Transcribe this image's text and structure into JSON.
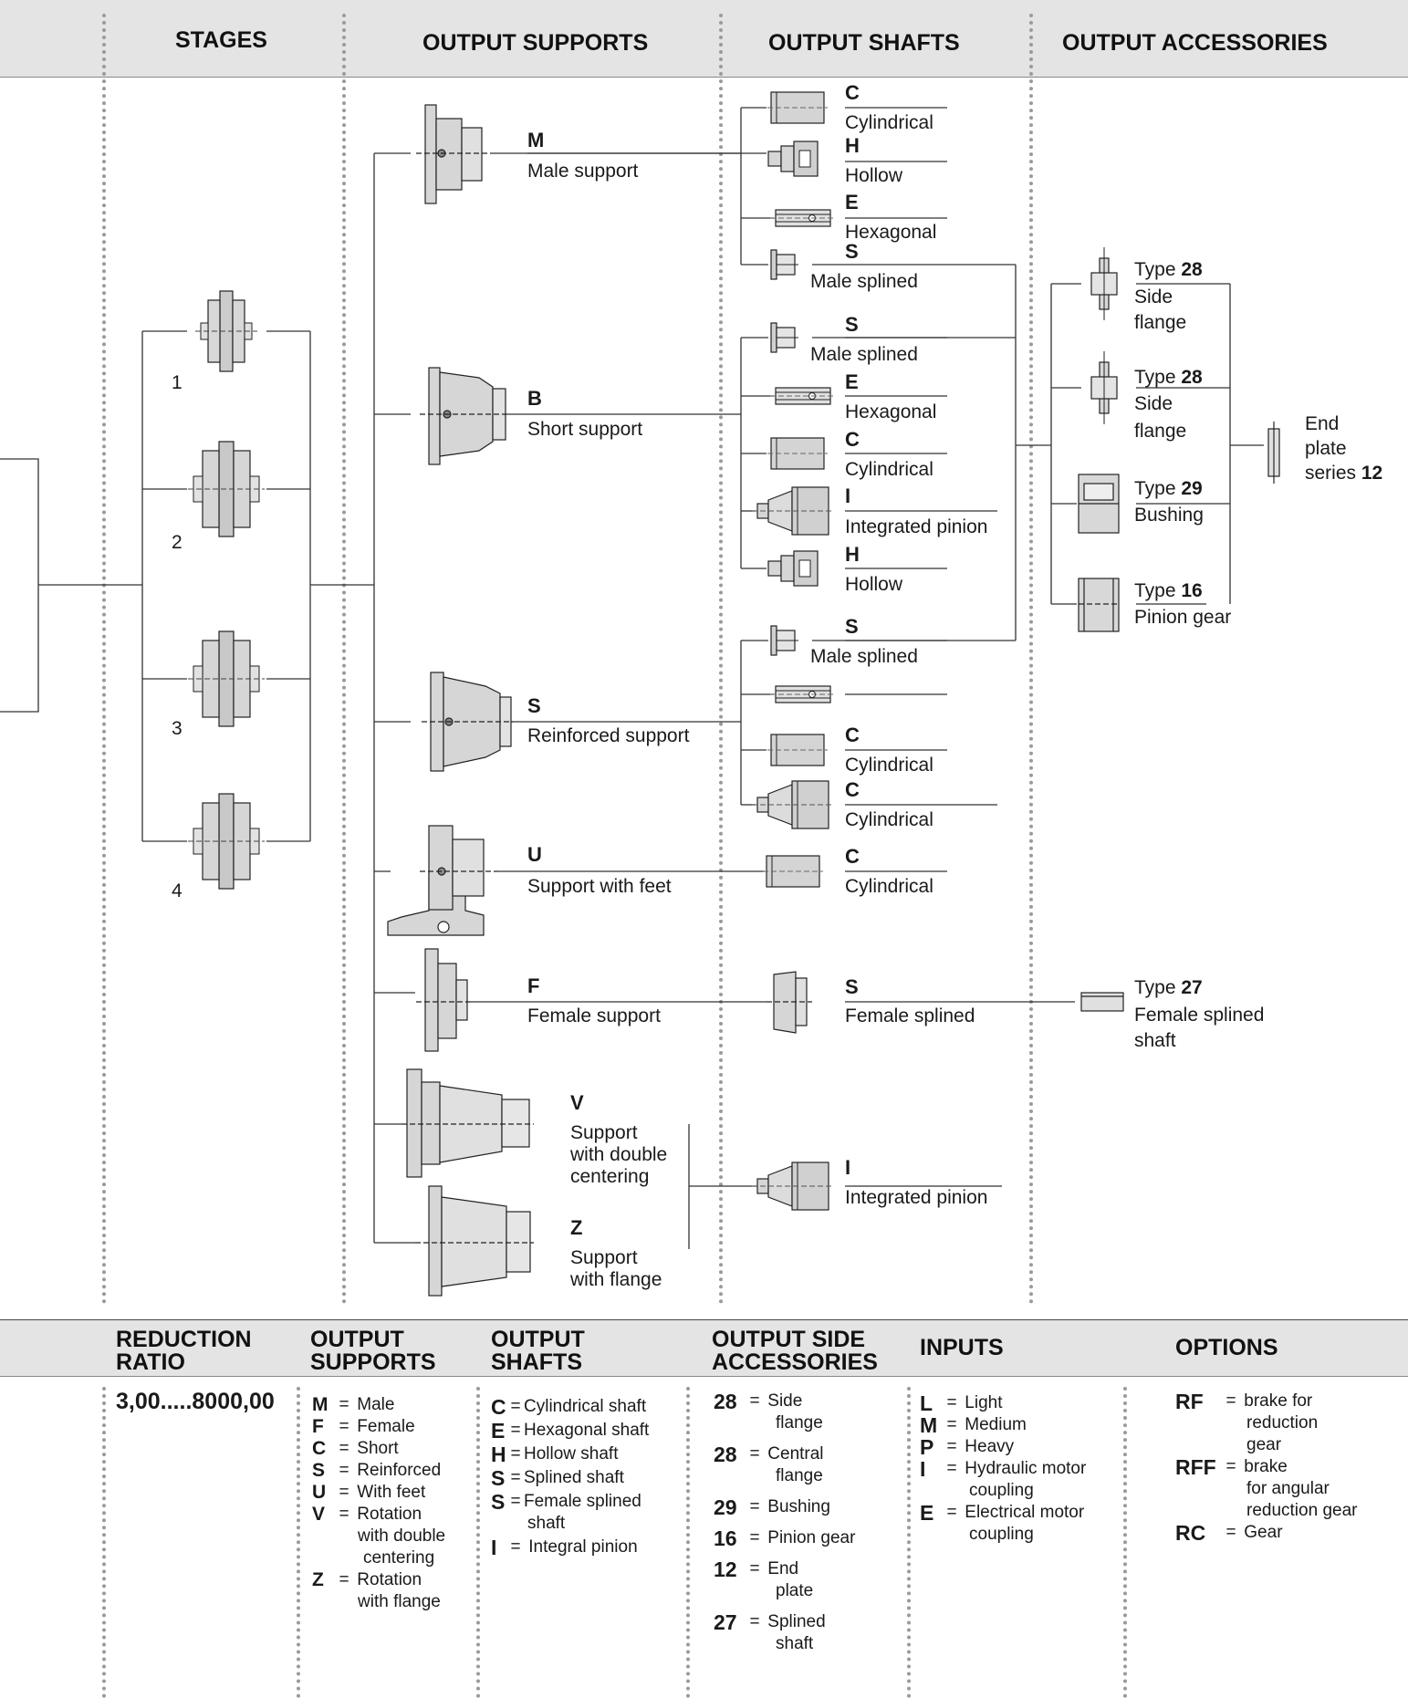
{
  "headers": {
    "stages": "STAGES",
    "output_supports": "OUTPUT SUPPORTS",
    "output_shafts": "OUTPUT SHAFTS",
    "output_accessories": "OUTPUT ACCESSORIES"
  },
  "stages": [
    {
      "num": "1"
    },
    {
      "num": "2"
    },
    {
      "num": "3"
    },
    {
      "num": "4"
    }
  ],
  "supports": [
    {
      "code": "M",
      "name": "Male support"
    },
    {
      "code": "B",
      "name": "Short support"
    },
    {
      "code": "S",
      "name": "Reinforced support"
    },
    {
      "code": "U",
      "name": "Support with feet"
    },
    {
      "code": "F",
      "name": "Female support"
    },
    {
      "code": "V",
      "name_l1": "Support",
      "name_l2": "with double",
      "name_l3": "centering"
    },
    {
      "code": "Z",
      "name_l1": "Support",
      "name_l2": "with flange"
    }
  ],
  "shafts": [
    {
      "code": "C",
      "name": "Cylindrical"
    },
    {
      "code": "H",
      "name": "Hollow"
    },
    {
      "code": "E",
      "name": "Hexagonal"
    },
    {
      "code": "S",
      "name": "Male splined"
    },
    {
      "code": "S",
      "name": "Male splined"
    },
    {
      "code": "E",
      "name": "Hexagonal"
    },
    {
      "code": "C",
      "name": "Cylindrical"
    },
    {
      "code": "I",
      "name": "Integrated pinion"
    },
    {
      "code": "H",
      "name": "Hollow"
    },
    {
      "code": "S",
      "name": "Male splined"
    },
    {
      "code": "C",
      "name": "Cylindrical"
    },
    {
      "code": "C",
      "name": "Cylindrical"
    },
    {
      "code": "C",
      "name": "Cylindrical"
    },
    {
      "code": "S",
      "name": "Female splined"
    },
    {
      "code": "I",
      "name": "Integrated pinion"
    }
  ],
  "accessories": [
    {
      "type_word": "Type",
      "num": "28",
      "l1": "Side",
      "l2": "flange"
    },
    {
      "type_word": "Type",
      "num": "28",
      "l1": "Side",
      "l2": "flange"
    },
    {
      "type_word": "Type",
      "num": "29",
      "l1": "Bushing"
    },
    {
      "type_word": "Type",
      "num": "16",
      "l1": "Pinion gear"
    },
    {
      "type_word": "Type",
      "num": "27",
      "l1": "Female splined",
      "l2": "shaft"
    }
  ],
  "end_plate": {
    "l1": "End",
    "l2": "plate",
    "l3": "series",
    "num": "12"
  },
  "legend_headers": {
    "ratio_l1": "REDUCTION",
    "ratio_l2": "RATIO",
    "supports_l1": "OUTPUT",
    "supports_l2": "SUPPORTS",
    "shafts_l1": "OUTPUT",
    "shafts_l2": "SHAFTS",
    "acc_l1": "OUTPUT SIDE",
    "acc_l2": "ACCESSORIES",
    "inputs": "INPUTS",
    "options": "OPTIONS"
  },
  "ratio_value": "3,00.....8000,00",
  "legend_supports": [
    {
      "k": "M",
      "t": "Male"
    },
    {
      "k": "F",
      "t": "Female"
    },
    {
      "k": "C",
      "t": "Short"
    },
    {
      "k": "S",
      "t": "Reinforced"
    },
    {
      "k": "U",
      "t": "With feet"
    },
    {
      "k": "V",
      "t": "Rotation",
      "t2": "with double",
      "t3": "centering"
    },
    {
      "k": "Z",
      "t": "Rotation",
      "t2": "with flange"
    }
  ],
  "legend_shafts": [
    {
      "k": "C",
      "t": "Cylindrical shaft"
    },
    {
      "k": "E",
      "t": "Hexagonal shaft"
    },
    {
      "k": "H",
      "t": "Hollow shaft"
    },
    {
      "k": "S",
      "t": "Splined shaft"
    },
    {
      "k": "S",
      "t": "Female splined",
      "t2": "shaft"
    },
    {
      "k": "I",
      "t": "Integral pinion"
    }
  ],
  "legend_accessories": [
    {
      "k": "28",
      "t": "Side",
      "t2": "flange"
    },
    {
      "k": "28",
      "t": "Central",
      "t2": "flange"
    },
    {
      "k": "29",
      "t": "Bushing"
    },
    {
      "k": "16",
      "t": "Pinion gear"
    },
    {
      "k": "12",
      "t": "End",
      "t2": "plate"
    },
    {
      "k": "27",
      "t": "Splined",
      "t2": "shaft"
    }
  ],
  "legend_inputs": [
    {
      "k": "L",
      "t": "Light"
    },
    {
      "k": "M",
      "t": "Medium"
    },
    {
      "k": "P",
      "t": "Heavy"
    },
    {
      "k": "I",
      "t": "Hydraulic motor",
      "t2": "coupling"
    },
    {
      "k": "E",
      "t": "Electrical motor",
      "t2": "coupling"
    }
  ],
  "legend_options": [
    {
      "k": "RF",
      "t": "brake for",
      "t2": "reduction",
      "t3": "gear"
    },
    {
      "k": "RFF",
      "t": "brake",
      "t2": "for angular",
      "t3": "reduction gear"
    },
    {
      "k": "RC",
      "t": "Gear"
    }
  ],
  "eq": "="
}
